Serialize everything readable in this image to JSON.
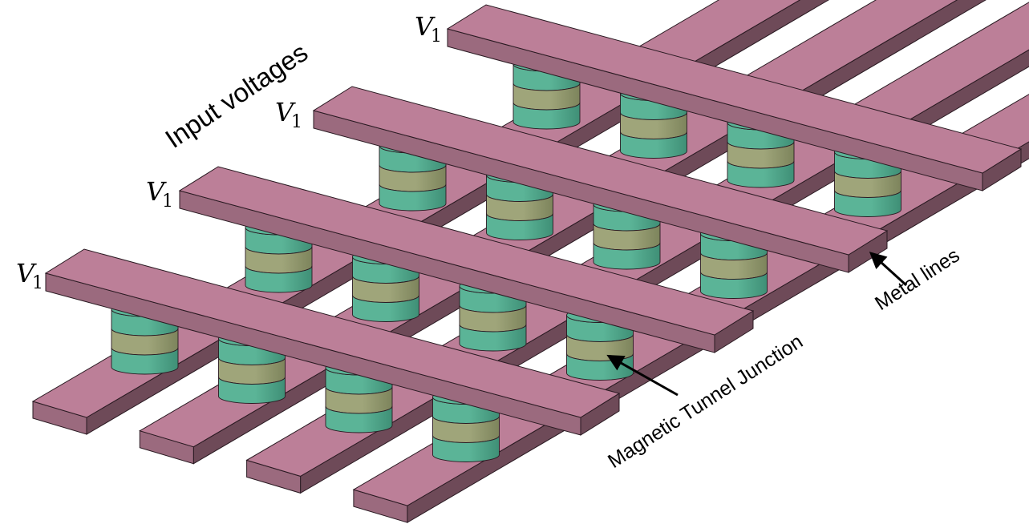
{
  "figure": {
    "title": "Magnetic Tunnel Junction crossbar array",
    "rows": 4,
    "columns": 4
  },
  "labels": {
    "input_voltages": "Input voltages",
    "voltage_symbol": "V",
    "voltage_subscript": "1",
    "row_voltages": [
      "V1",
      "V1",
      "V1",
      "V1"
    ],
    "metal_lines": "Metal lines",
    "mtj": "Magnetic Tunnel Junction"
  },
  "colors": {
    "metal_top": "#bc7f98",
    "metal_front": "#9b6a7e",
    "metal_side": "#6e4a58",
    "mtj_teal": "#5bb497",
    "mtj_teal_dark": "#3f8f76",
    "mtj_olive": "#9fa57a",
    "mtj_olive_dark": "#7d845c",
    "outline": "#2a1a22",
    "arrow": "#000000"
  }
}
